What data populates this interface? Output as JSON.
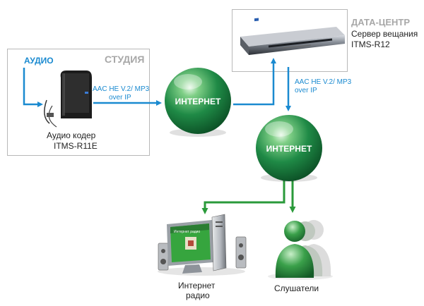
{
  "studio": {
    "title": "СТУДИЯ",
    "audio_label": "АУДИО",
    "encoder_line1": "Аудио кодер",
    "encoder_line2": "ITMS-R11E"
  },
  "datacenter": {
    "title": "ДАТА-ЦЕНТР",
    "line1": "Сервер вещания",
    "line2": "ITMS-R12"
  },
  "links": {
    "codec_line1": "AAC HE V.2/ MP3",
    "codec_line2": "over IP"
  },
  "internet_label": "ИНТЕРНЕТ",
  "screen_text": "Интернет радио",
  "outputs": {
    "radio_line1": "Интернет",
    "radio_line2": "радио",
    "listeners": "Слушатели"
  },
  "colors": {
    "flow_blue": "#1a8ad0",
    "flow_green": "#2a9a3a",
    "frame_grey": "#b8b8b8",
    "title_grey": "#a8a8a8",
    "sphere_green": "#1f8a46"
  }
}
